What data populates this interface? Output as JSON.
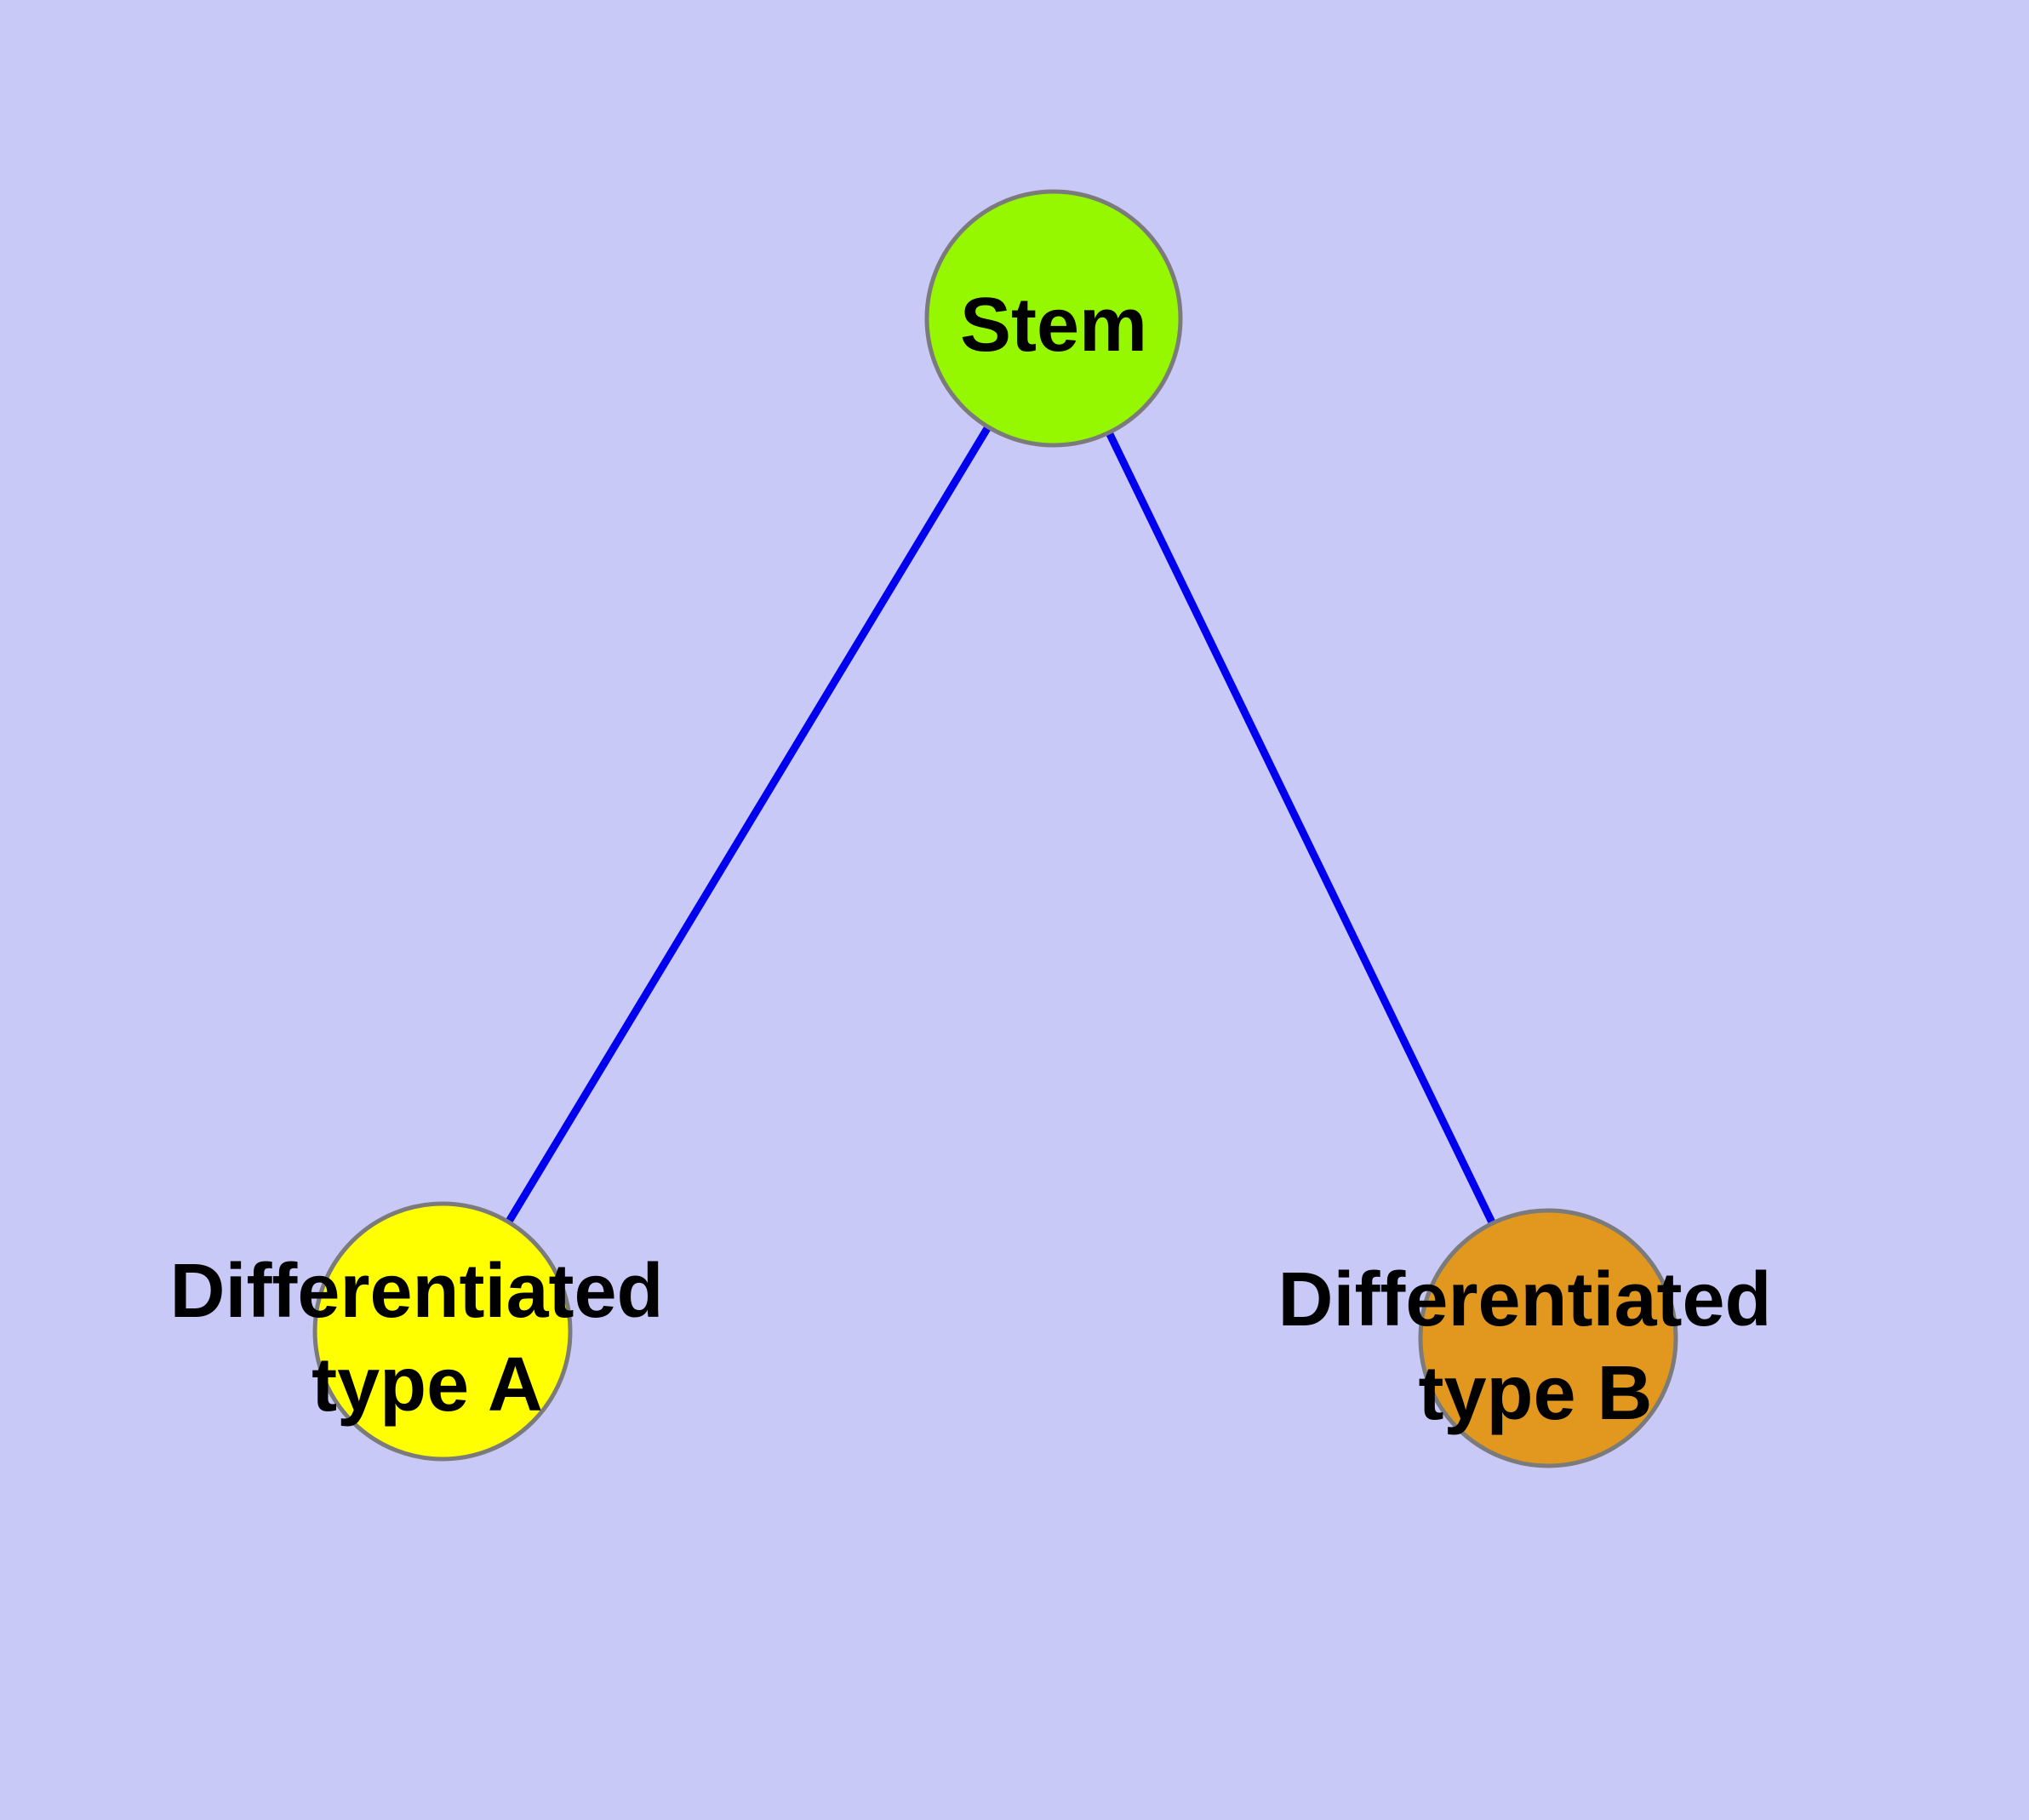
{
  "colors": {
    "background": "#C9C9F8",
    "edge": "#0000EE",
    "node_border": "#7B7B7B",
    "node_label_text": "#000000",
    "stem_node_fill": "#95F800",
    "type_a_node_fill": "#FFFF00",
    "type_b_node_fill": "#E2981E"
  },
  "graph": {
    "nodes": {
      "stem": {
        "label": "Stem"
      },
      "type_a": {
        "label_line1": "Differentiated",
        "label_line2": "type A"
      },
      "type_b": {
        "label_line1": "Differentiated",
        "label_line2": "type B"
      }
    },
    "edges": [
      {
        "from": "Stem",
        "to": "Differentiated type A"
      },
      {
        "from": "Stem",
        "to": "Differentiated type B"
      }
    ]
  }
}
